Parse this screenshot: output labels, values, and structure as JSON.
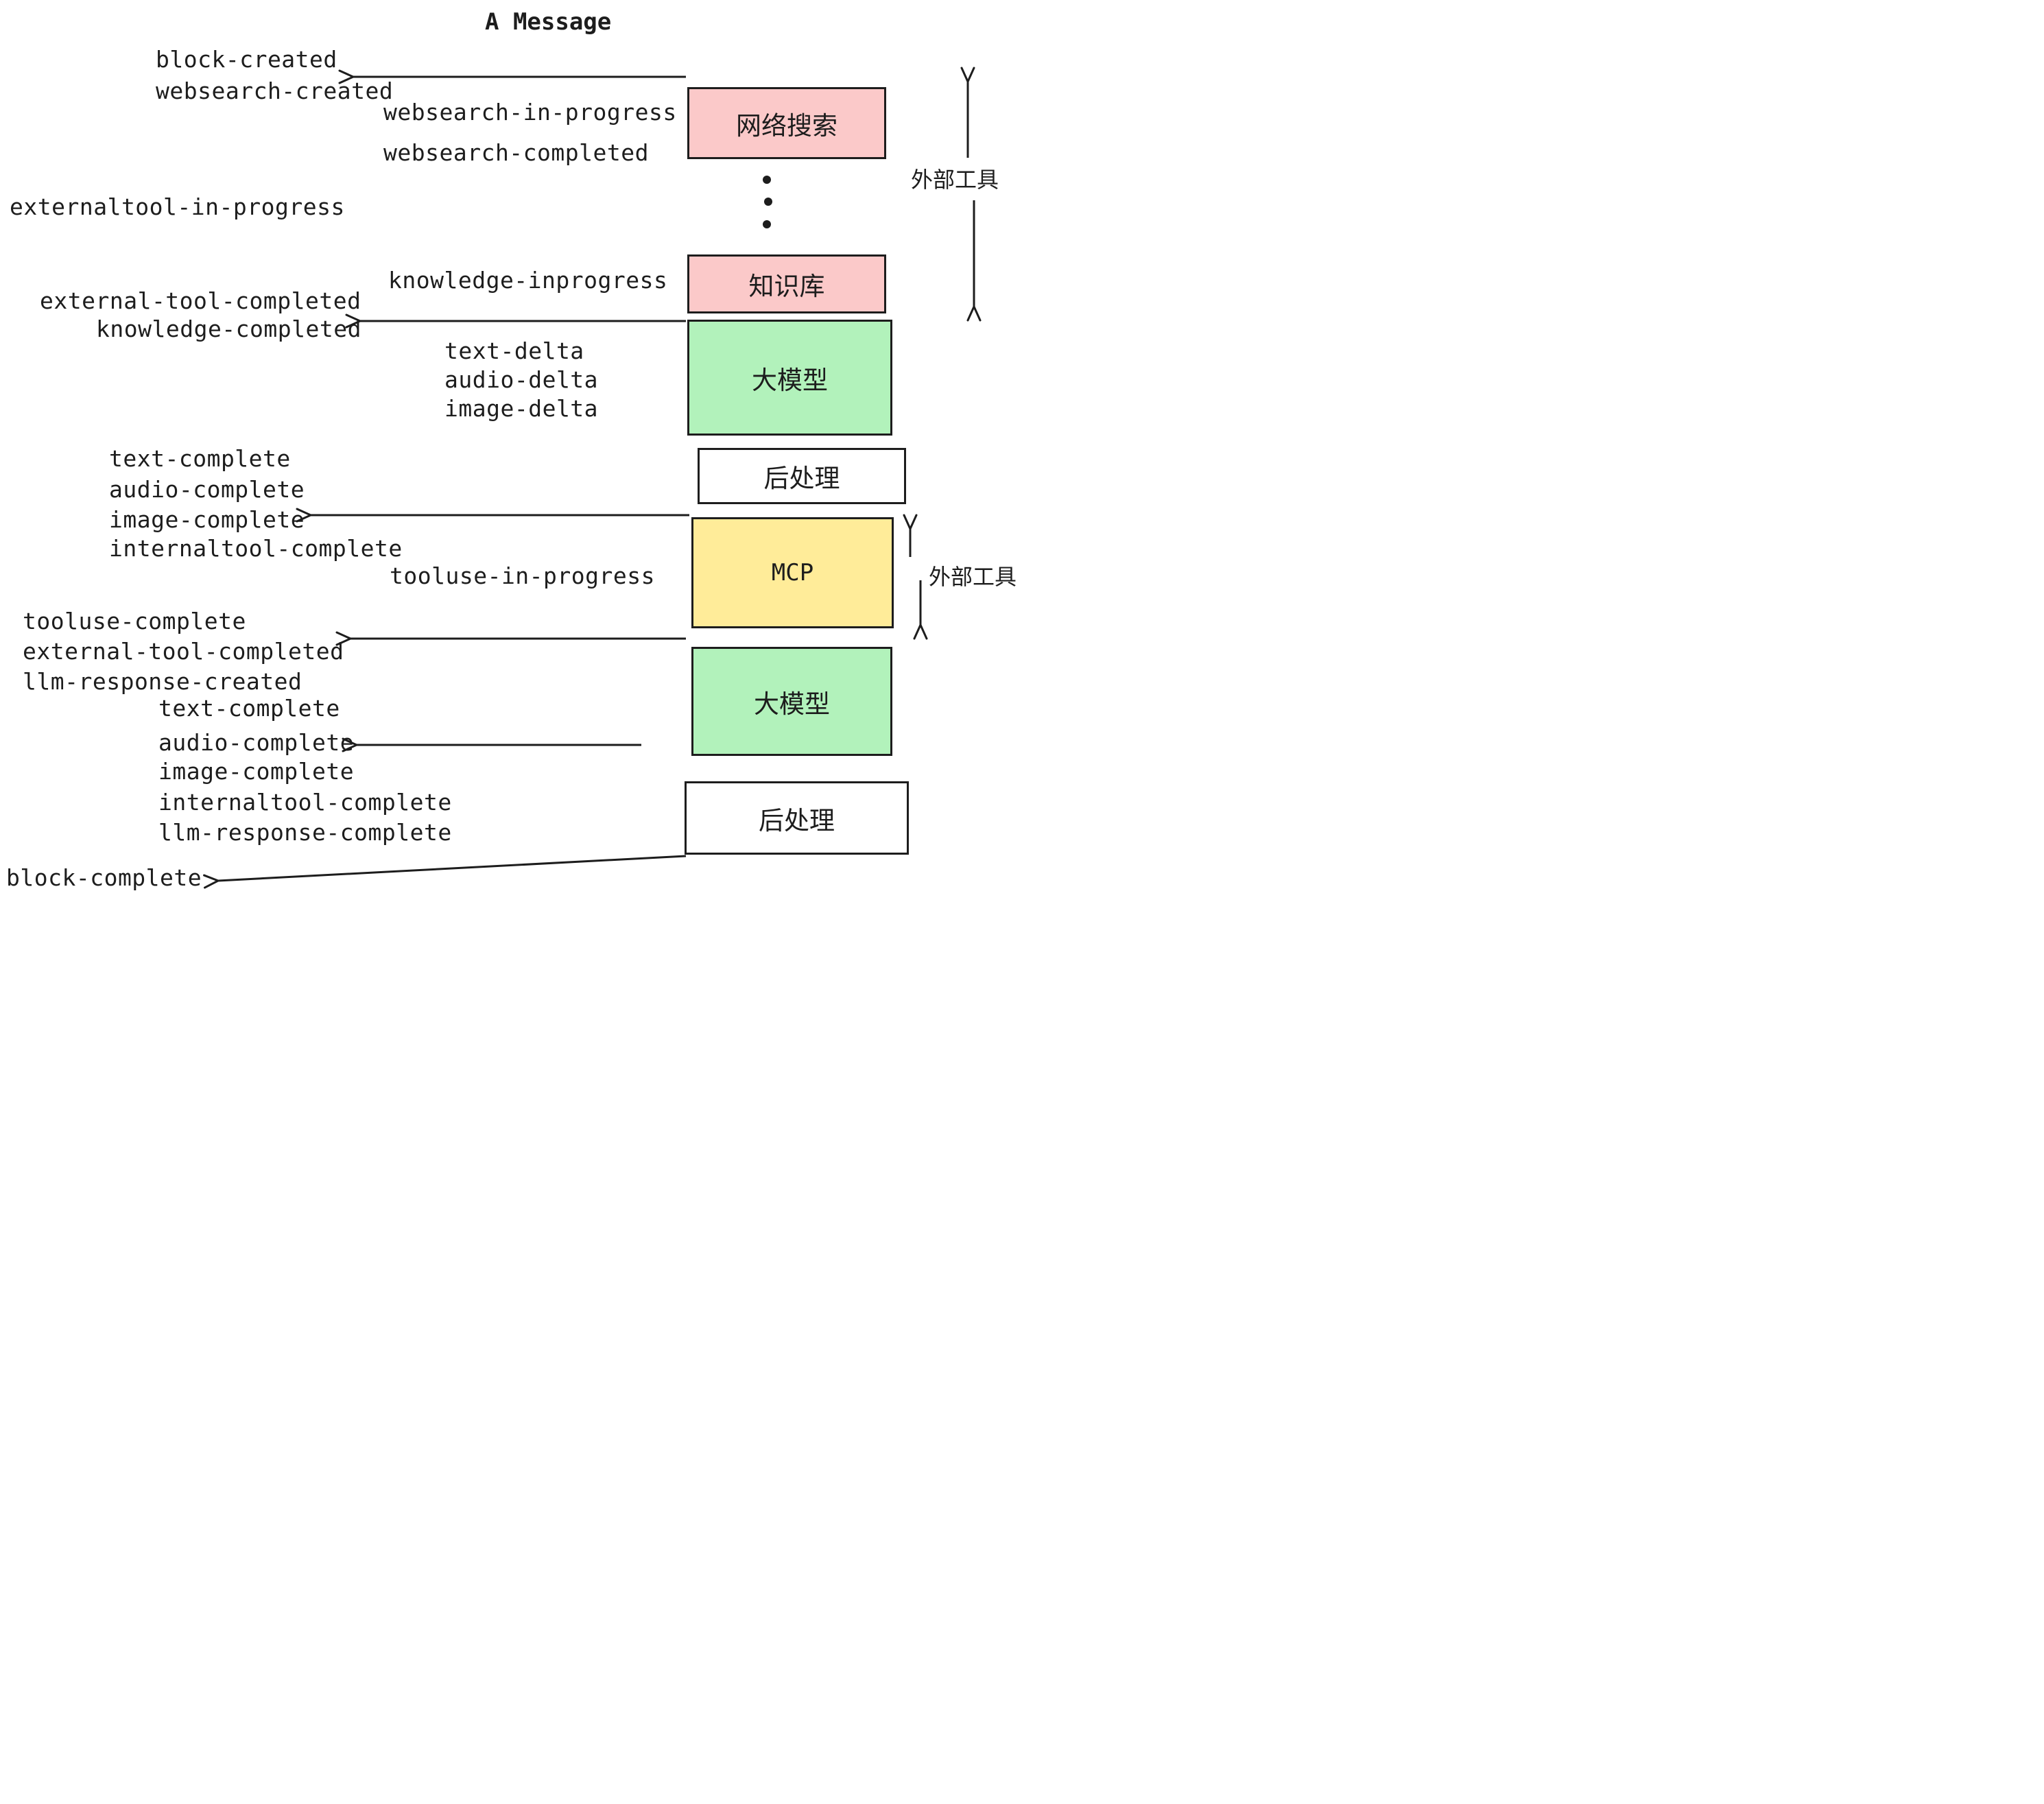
{
  "title": "A Message",
  "colors": {
    "ink": "#1d1d1d",
    "pink": "#fbc9c9",
    "green": "#b2f2bb",
    "yellow": "#ffec99",
    "white": "#ffffff"
  },
  "boxes": [
    {
      "id": "websearch",
      "label": "网络搜索"
    },
    {
      "id": "knowledge",
      "label": "知识库"
    },
    {
      "id": "llm-1",
      "label": "大模型"
    },
    {
      "id": "postprocess-1",
      "label": "后处理"
    },
    {
      "id": "mcp",
      "label": "MCP"
    },
    {
      "id": "llm-2",
      "label": "大模型"
    },
    {
      "id": "postprocess-2",
      "label": "后处理"
    }
  ],
  "side_labels": {
    "external_tools_top": "外部工具",
    "external_tools_bottom": "外部工具"
  },
  "events": {
    "block_created": "block-created",
    "websearch_created": "websearch-created",
    "websearch_in_progress": "websearch-in-progress",
    "websearch_completed": "websearch-completed",
    "externaltool_in_progress": "externaltool-in-progress",
    "knowledge_inprogress": "knowledge-inprogress",
    "external_tool_completed_1": "external-tool-completed",
    "knowledge_completed": "knowledge-completed",
    "text_delta_1": "text-delta",
    "audio_delta_1": "audio-delta",
    "image_delta_1": "image-delta",
    "text_complete_1": "text-complete",
    "audio_complete_1": "audio-complete",
    "image_complete_1": "image-complete",
    "internaltool_complete_1": "internaltool-complete",
    "tooluse_in_progress": "tooluse-in-progress",
    "tooluse_complete": "tooluse-complete",
    "external_tool_completed_2": "external-tool-completed",
    "llm_response_created": "llm-response-created",
    "text_complete_2": "text-complete",
    "audio_complete_2": "audio-complete",
    "image_complete_2": "image-complete",
    "internaltool_complete_2": "internaltool-complete",
    "llm_response_complete": "llm-response-complete",
    "block_complete": "block-complete"
  }
}
